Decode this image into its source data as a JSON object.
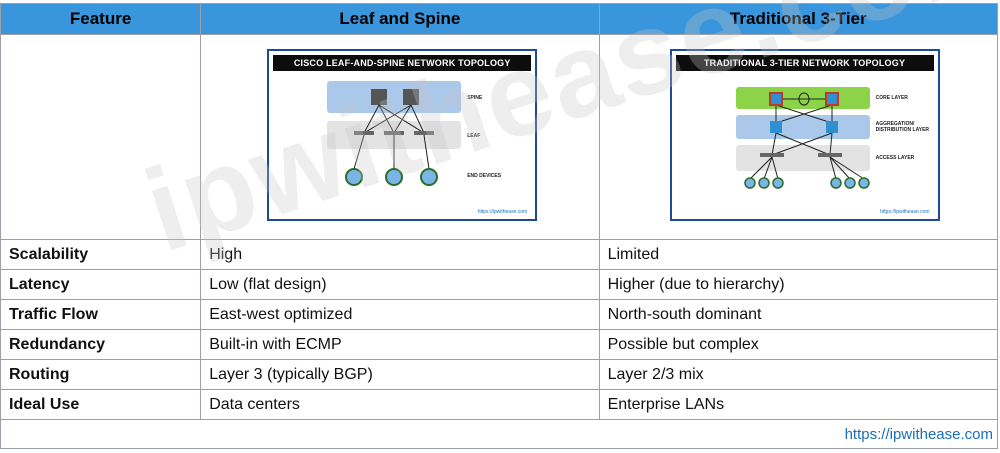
{
  "table": {
    "headers": [
      "Feature",
      "Leaf and Spine",
      "Traditional 3-Tier"
    ],
    "rows": [
      {
        "feature": "Scalability",
        "leaf_spine": "High",
        "three_tier": "Limited"
      },
      {
        "feature": "Latency",
        "leaf_spine": "Low (flat design)",
        "three_tier": "Higher (due to hierarchy)"
      },
      {
        "feature": "Traffic Flow",
        "leaf_spine": "East-west optimized",
        "three_tier": "North-south dominant"
      },
      {
        "feature": "Redundancy",
        "leaf_spine": "Built-in with ECMP",
        "three_tier": "Possible but complex"
      },
      {
        "feature": "Routing",
        "leaf_spine": "Layer 3 (typically BGP)",
        "three_tier": "Layer 2/3 mix"
      },
      {
        "feature": "Ideal Use",
        "leaf_spine": "Data centers",
        "three_tier": "Enterprise LANs"
      }
    ],
    "footer_link": "https://ipwithease.com"
  },
  "leaf_spine_diagram": {
    "title": "CISCO LEAF-AND-SPINE NETWORK TOPOLOGY",
    "labels": {
      "spine": "SPINE",
      "leaf": "LEAF",
      "end": "END DEVICES"
    },
    "url": "https://ipwithease.com"
  },
  "three_tier_diagram": {
    "title": "TRADITIONAL 3-TIER NETWORK TOPOLOGY",
    "labels": {
      "core": "CORE LAYER",
      "agg": "AGGREGATION/ DISTRIBUTION LAYER",
      "access": "ACCESS LAYER"
    },
    "url": "https://ipwithease.com"
  },
  "watermark": "ipwithease.com",
  "colors": {
    "header_bg": "#3a96dc",
    "border": "#9aa0a6",
    "link": "#1a6fb8"
  }
}
